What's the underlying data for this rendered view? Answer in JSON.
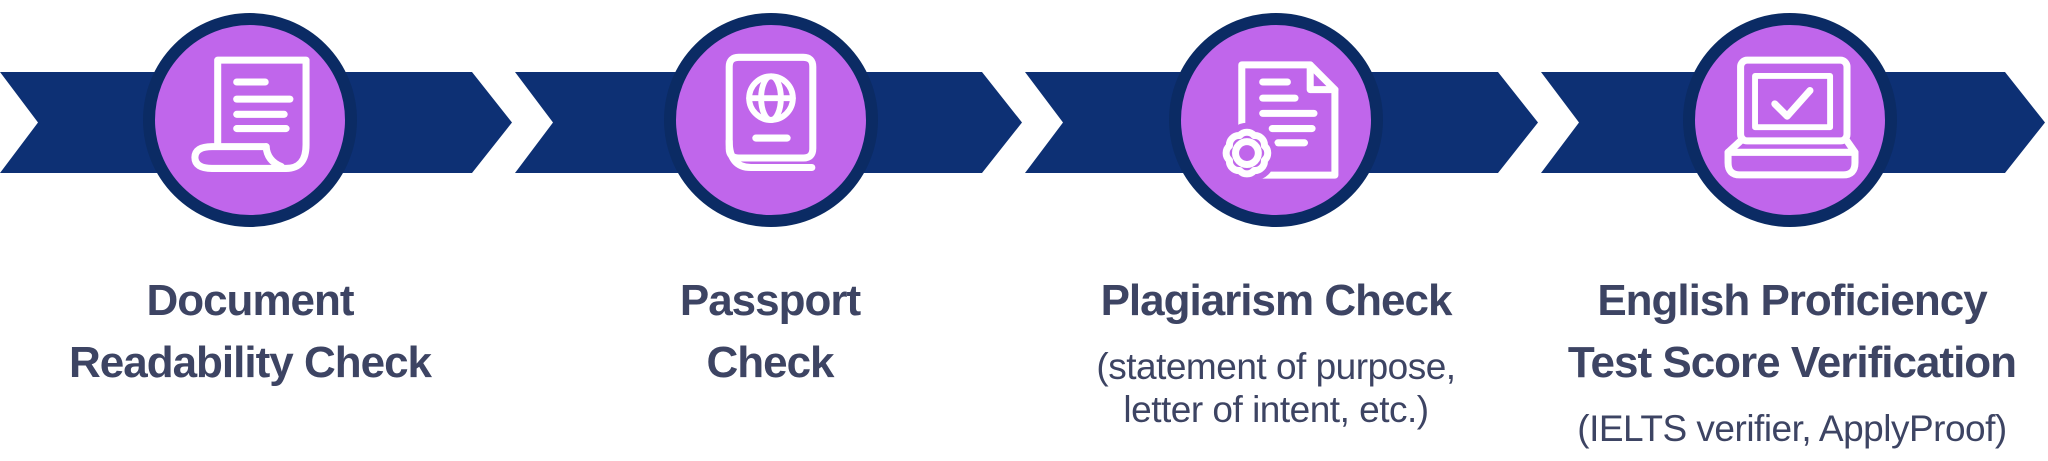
{
  "diagram": {
    "type": "process-flow",
    "direction": "left-to-right",
    "step_count": 4
  },
  "colors": {
    "background": "#ffffff",
    "arrow_band_navy": "#0D3074",
    "circle_ring_navy": "#0B2B64",
    "circle_fill_purple": "#C066EB",
    "icon_stroke": "#ffffff",
    "label_text": "#3D4463"
  },
  "steps": [
    {
      "title": "Document\nReadability Check",
      "subtitle": "",
      "icon": "document-scroll-icon"
    },
    {
      "title": "Passport\nCheck",
      "subtitle": "",
      "icon": "passport-globe-icon"
    },
    {
      "title": "Plagiarism Check",
      "subtitle": "(statement of purpose,\nletter of intent, etc.)",
      "icon": "document-gear-icon"
    },
    {
      "title": "English Proficiency\nTest Score Verification",
      "subtitle": "(IELTS verifier, ApplyProof)",
      "icon": "laptop-checkmark-icon"
    }
  ]
}
